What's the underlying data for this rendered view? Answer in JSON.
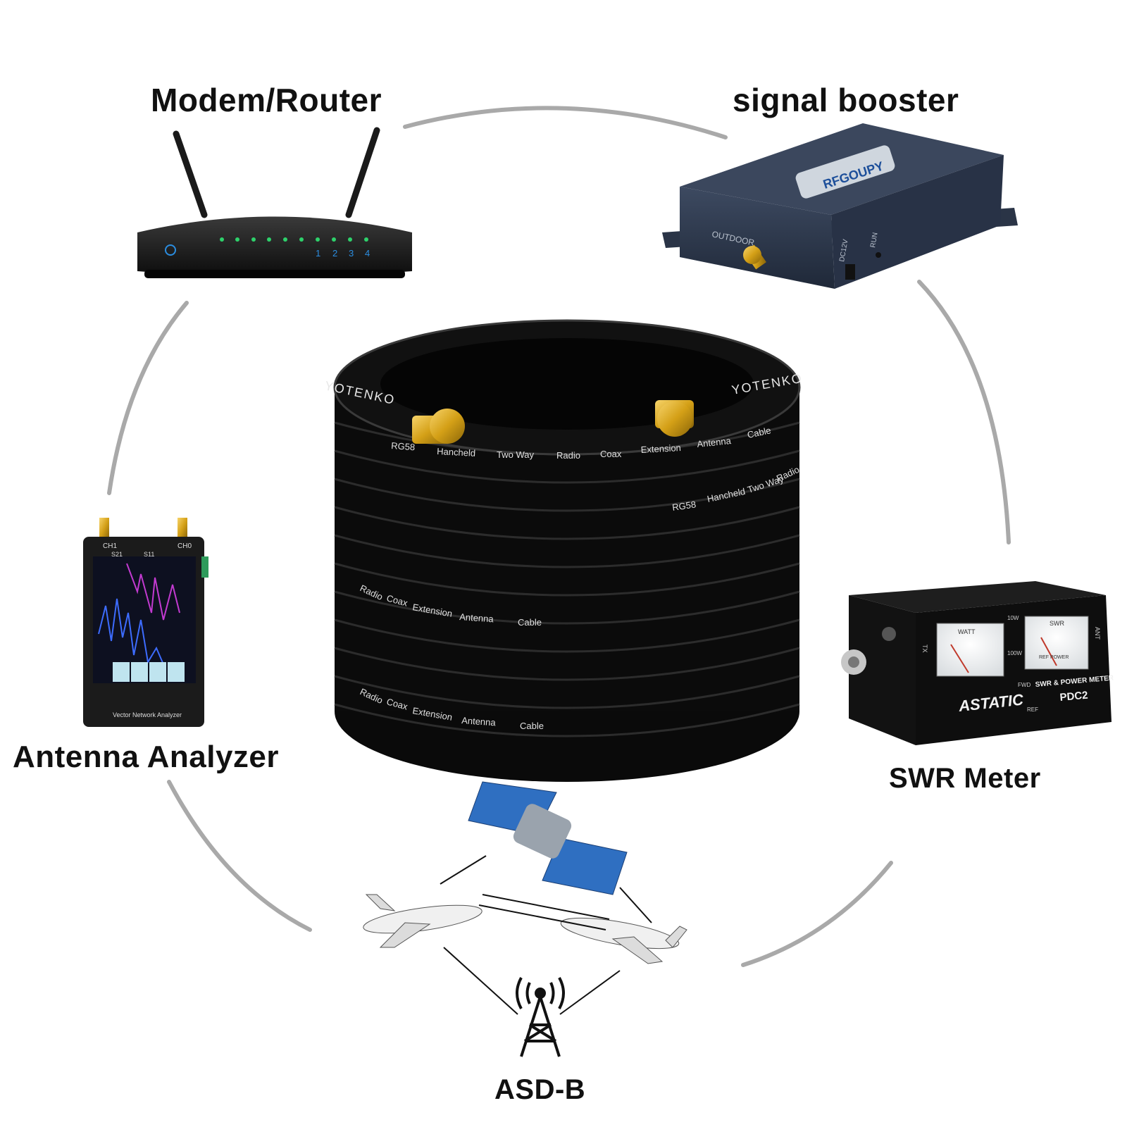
{
  "labels": {
    "modem": "Modem/Router",
    "booster": "signal booster",
    "analyzer": "Antenna Analyzer",
    "swr": "SWR Meter",
    "asdb": "ASD-B"
  },
  "cable": {
    "brand": "YOTENKO",
    "print_row_top": [
      "RG58",
      "Hancheld",
      "Two Way",
      "Radio",
      "Coax",
      "Extension",
      "Antenna",
      "Cable"
    ],
    "print_row_mid": [
      "RG58",
      "Hancheld",
      "Two Way",
      "Radio"
    ],
    "print_row_low": [
      "Radio",
      "Coax",
      "Extension",
      "Antenna",
      "Cable"
    ],
    "print_row_bottom": [
      "Radio",
      "Coax",
      "Extension",
      "Antenna",
      "Cable"
    ]
  },
  "booster": {
    "brand": "RFGOUPY",
    "port_outdoor": "OUTDOOR",
    "port_dc": "DC12V",
    "led_run": "RUN"
  },
  "router": {
    "port_numbers": [
      "1",
      "2",
      "3",
      "4"
    ]
  },
  "analyzer": {
    "ch1": "CH1",
    "ch0": "CH0",
    "s21": "S21",
    "s11": "S11",
    "caption": "Vector Network Analyzer"
  },
  "swr_meter": {
    "brand": "ASTATIC",
    "subtitle": "SWR & POWER METER",
    "model": "PDC2",
    "watt": "WATT",
    "swr": "SWR",
    "ref_power": "REF POWER",
    "range_10w": "10W",
    "range_100w": "100W",
    "fwd": "FWD",
    "ref": "REF",
    "tx": "TX",
    "ant": "ANT"
  },
  "colors": {
    "ring": "#a9a9a9",
    "cable": "#0b0b0b",
    "gold": "#d4a017",
    "booster_body": "#2f3a4d",
    "panel_blue": "#1d4f9a",
    "led_green": "#2ed16b"
  }
}
